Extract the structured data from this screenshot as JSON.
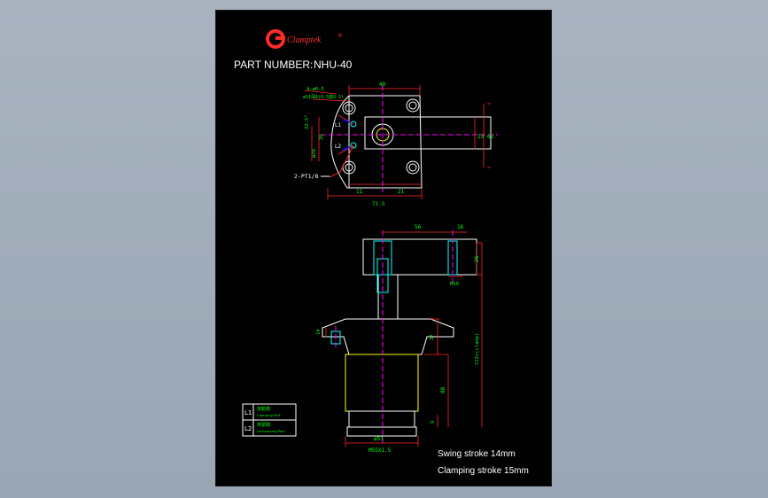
{
  "logo": {
    "mark": "G",
    "name": "Clamptek",
    "registered": "®"
  },
  "part": {
    "label": "PART NUMBER:",
    "number": "NHU-40"
  },
  "top_view": {
    "dims": {
      "holes": "4-ø6.5",
      "counterbore": "ø11深6(0.5底6.5)",
      "width_40": "40",
      "w_11": "11",
      "w_21": "21",
      "overall_71": "71.5",
      "h_23": "23",
      "h_62": "62",
      "ang_22": "22.5°",
      "side_26": "26",
      "side_28": "ø28"
    },
    "ports": {
      "l1": "L1",
      "l2": "L2",
      "callout": "2-PT1/8"
    }
  },
  "side_view": {
    "dims": {
      "d_56": "56",
      "d_16": "16",
      "d_26": "26",
      "d_14": "14",
      "d_27": "27",
      "d_m10": "M10",
      "d_88": "88",
      "d_9": "9",
      "stroke_total": "112+(clamp)",
      "d_53": "ø53",
      "thread": "M55X1.5"
    }
  },
  "legend": {
    "rows": [
      {
        "code": "L1",
        "cn": "放鬆側",
        "en": "Clamping Port"
      },
      {
        "code": "L2",
        "cn": "夾緊側",
        "en": "Unclamping Port"
      }
    ]
  },
  "notes": {
    "swing": "Swing stroke 14mm",
    "clamp": "Clamping stroke 15mm"
  },
  "colors": {
    "line": "#ffffff",
    "dim": "#00ff00",
    "center": "#ff00ff",
    "body": "#ffff00",
    "cut": "#ff0000",
    "port": "#00ffff",
    "accent": "#0000ff"
  }
}
